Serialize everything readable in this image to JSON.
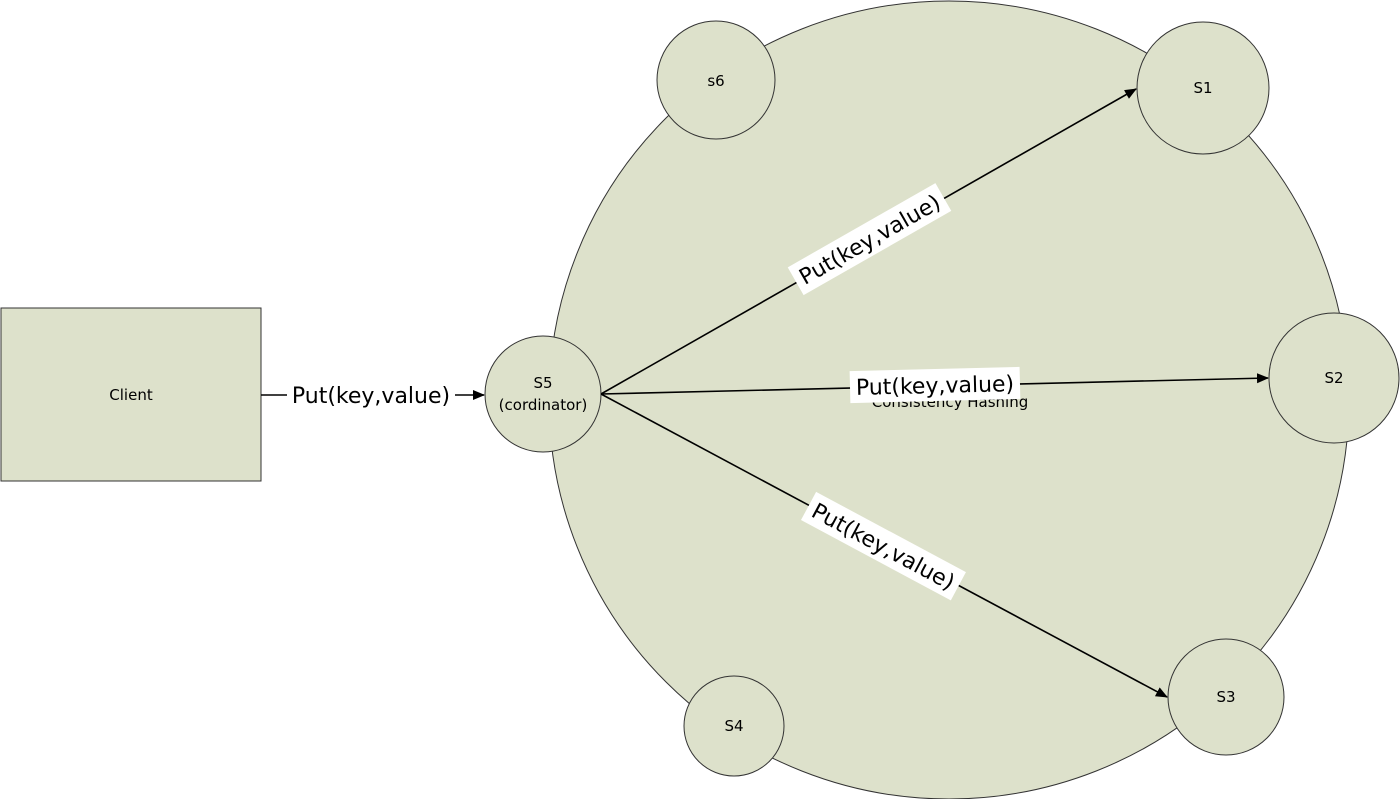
{
  "diagram": {
    "ring": {
      "label": "Consistency Hashing"
    },
    "client": {
      "label": "Client"
    },
    "nodes": {
      "s1": {
        "label": "S1"
      },
      "s2": {
        "label": "S2"
      },
      "s3": {
        "label": "S3"
      },
      "s4": {
        "label": "S4"
      },
      "s5": {
        "label": "S5",
        "sublabel": "(cordinator)"
      },
      "s6": {
        "label": "s6"
      }
    },
    "edges": {
      "client_to_s5": {
        "label": "Put(key,value)"
      },
      "s5_to_s1": {
        "label": "Put(key,value)"
      },
      "s5_to_s2": {
        "label": "Put(key,value)"
      },
      "s5_to_s3": {
        "label": "Put(key,value)"
      }
    },
    "colors": {
      "fill": "#dde1cb",
      "stroke": "#333333",
      "arrow": "#000000"
    }
  }
}
